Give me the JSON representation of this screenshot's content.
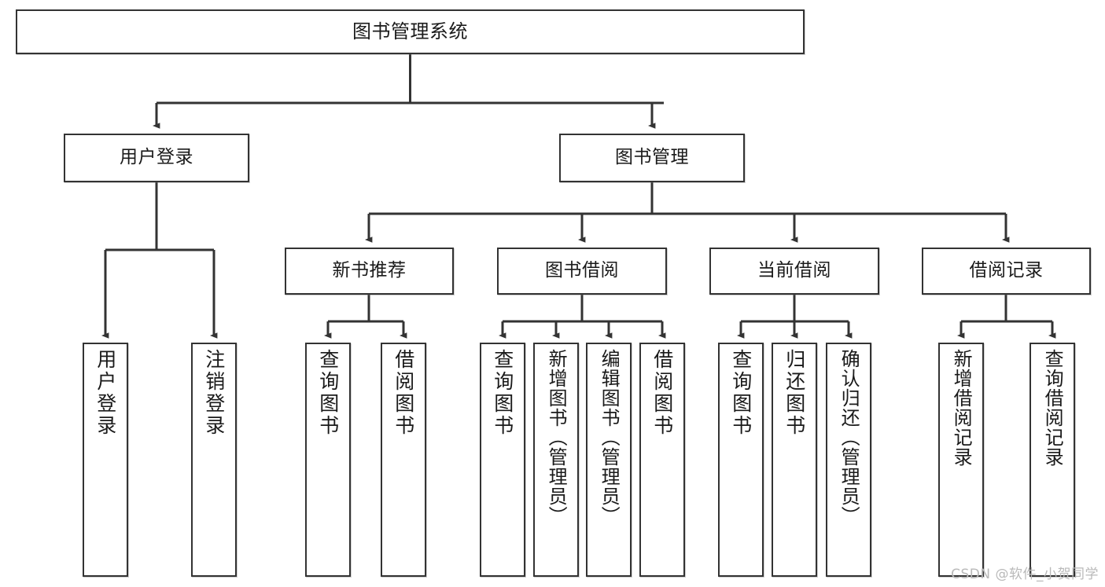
{
  "diagram": {
    "title": "图书管理系统",
    "type": "hierarchy-tree",
    "watermark": "CSDN @软件_小贺同学",
    "colors": {
      "stroke": "#333333",
      "fill": "#ffffff",
      "text": "#1a1a1a",
      "watermark": "#b9b9b9"
    },
    "levels": {
      "level0": [
        {
          "id": "root",
          "label": "图书管理系统",
          "orientation": "horizontal"
        }
      ],
      "level1": [
        {
          "id": "user-login",
          "label": "用户登录",
          "orientation": "horizontal"
        },
        {
          "id": "book-manage",
          "label": "图书管理",
          "orientation": "horizontal"
        }
      ],
      "level2": [
        {
          "id": "new-book-rec",
          "label": "新书推荐",
          "orientation": "horizontal",
          "parent": "book-manage"
        },
        {
          "id": "book-borrow",
          "label": "图书借阅",
          "orientation": "horizontal",
          "parent": "book-manage"
        },
        {
          "id": "current-borrow",
          "label": "当前借阅",
          "orientation": "horizontal",
          "parent": "book-manage"
        },
        {
          "id": "borrow-record",
          "label": "借阅记录",
          "orientation": "horizontal",
          "parent": "book-manage"
        }
      ],
      "level3": [
        {
          "id": "leaf-user-login",
          "label": "用户登录",
          "orientation": "vertical",
          "parent": "user-login"
        },
        {
          "id": "leaf-logout",
          "label": "注销登录",
          "orientation": "vertical",
          "parent": "user-login"
        },
        {
          "id": "leaf-query-book-1",
          "label": "查询图书",
          "orientation": "vertical",
          "parent": "new-book-rec"
        },
        {
          "id": "leaf-borrow-book-1",
          "label": "借阅图书",
          "orientation": "vertical",
          "parent": "new-book-rec"
        },
        {
          "id": "leaf-query-book-2",
          "label": "查询图书",
          "orientation": "vertical",
          "parent": "book-borrow"
        },
        {
          "id": "leaf-add-book",
          "label": "新增图书（管理员）",
          "orientation": "vertical",
          "parent": "book-borrow"
        },
        {
          "id": "leaf-edit-book",
          "label": "编辑图书（管理员）",
          "orientation": "vertical",
          "parent": "book-borrow"
        },
        {
          "id": "leaf-borrow-book-2",
          "label": "借阅图书",
          "orientation": "vertical",
          "parent": "book-borrow"
        },
        {
          "id": "leaf-query-book-3",
          "label": "查询图书",
          "orientation": "vertical",
          "parent": "current-borrow"
        },
        {
          "id": "leaf-return-book",
          "label": "归还图书",
          "orientation": "vertical",
          "parent": "current-borrow"
        },
        {
          "id": "leaf-confirm-return",
          "label": "确认归还（管理员）",
          "orientation": "vertical",
          "parent": "current-borrow"
        },
        {
          "id": "leaf-add-record",
          "label": "新增借阅记录",
          "orientation": "vertical",
          "parent": "borrow-record"
        },
        {
          "id": "leaf-query-record",
          "label": "查询借阅记录",
          "orientation": "vertical",
          "parent": "borrow-record"
        }
      ]
    }
  }
}
